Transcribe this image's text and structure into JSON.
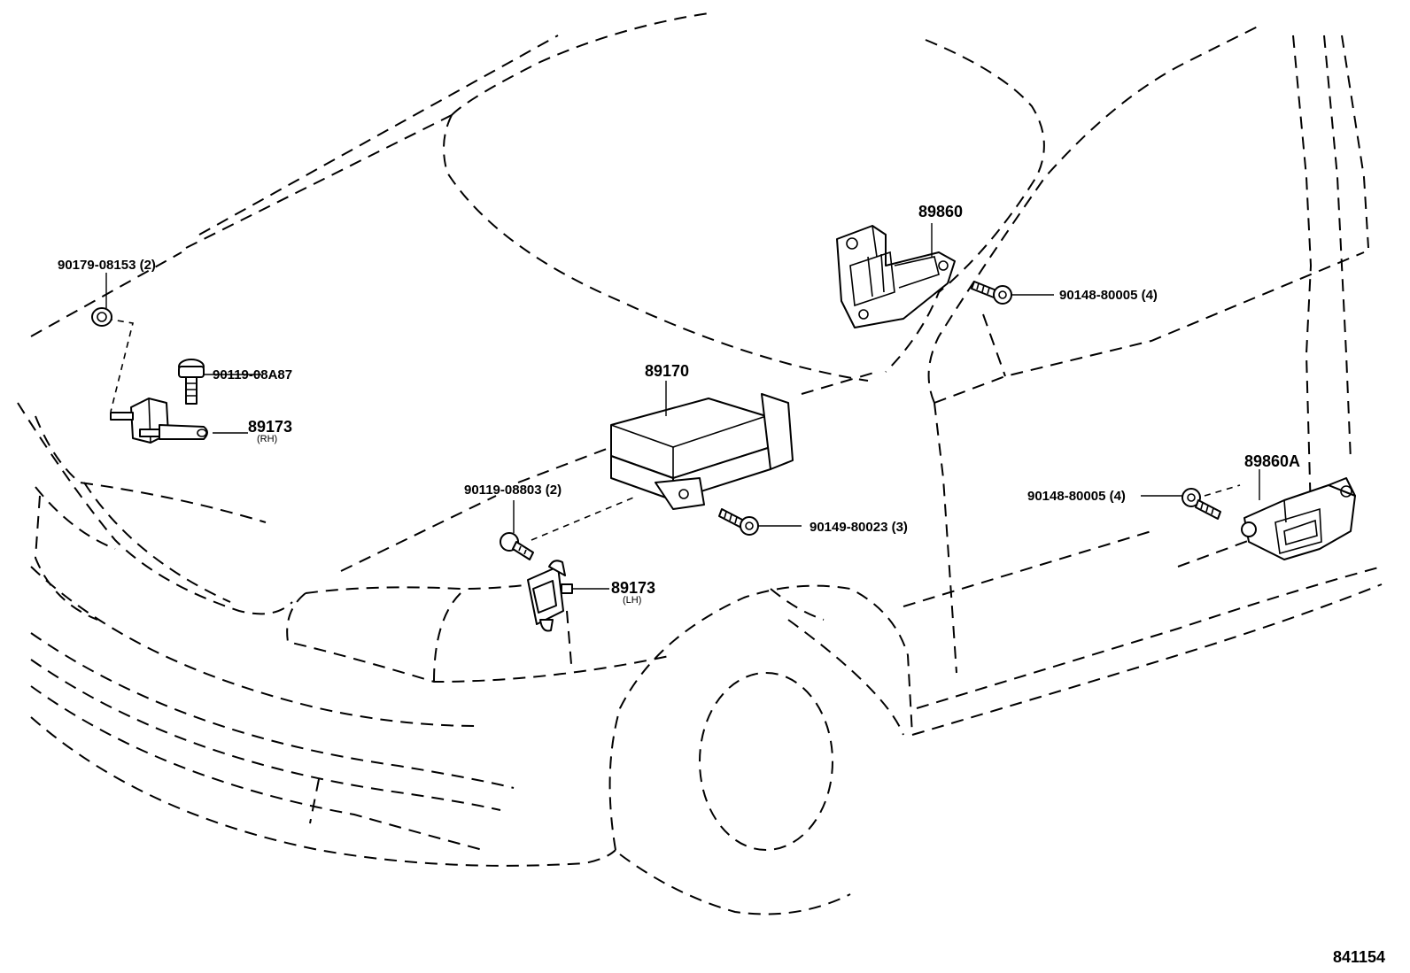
{
  "diagram": {
    "labels": {
      "nut_90179": "90179-08153 (2)",
      "bolt_90119_a87": "90119-08A87",
      "sensor_89173_rh": "89173",
      "sensor_89173_rh_side": "(RH)",
      "bolt_90119_08803": "90119-08803 (2)",
      "sensor_89173_lh": "89173",
      "sensor_89173_lh_side": "(LH)",
      "ecu_89170": "89170",
      "bolt_90149": "90149-80023 (3)",
      "sensor_89860": "89860",
      "bolt_90148_upper": "90148-80005 (4)",
      "sensor_89860a": "89860A",
      "bolt_90148_lower": "90148-80005 (4)",
      "figure_id": "841154"
    }
  }
}
